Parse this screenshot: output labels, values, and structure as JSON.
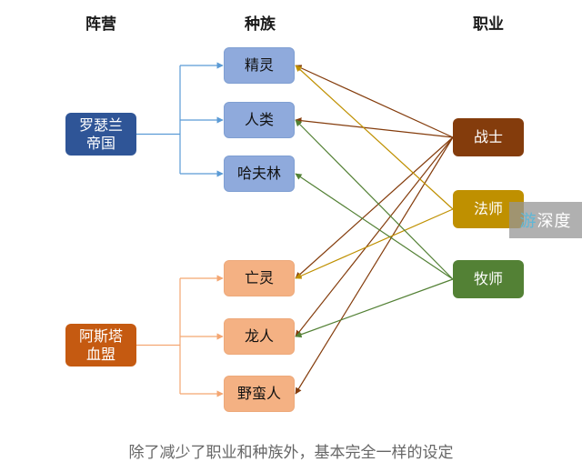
{
  "headers": {
    "faction": "阵营",
    "race": "种族",
    "class": "职业"
  },
  "factions": [
    {
      "id": "rosethorn",
      "lines": [
        "罗瑟兰",
        "帝国"
      ],
      "color": "#2f5597"
    },
    {
      "id": "astar",
      "lines": [
        "阿斯塔",
        "血盟"
      ],
      "color": "#c55a11"
    }
  ],
  "races": [
    {
      "id": "elf",
      "label": "精灵",
      "faction": "rosethorn"
    },
    {
      "id": "human",
      "label": "人类",
      "faction": "rosethorn"
    },
    {
      "id": "halflin",
      "label": "哈夫林",
      "faction": "rosethorn"
    },
    {
      "id": "undead",
      "label": "亡灵",
      "faction": "astar"
    },
    {
      "id": "dragonkin",
      "label": "龙人",
      "faction": "astar"
    },
    {
      "id": "barbarian",
      "label": "野蛮人",
      "faction": "astar"
    }
  ],
  "classes": [
    {
      "id": "warrior",
      "label": "战士",
      "color": "#843c0c"
    },
    {
      "id": "mage",
      "label": "法师",
      "color": "#bf9000"
    },
    {
      "id": "priest",
      "label": "牧师",
      "color": "#538135"
    }
  ],
  "links": [
    {
      "from": "warrior",
      "to": "elf"
    },
    {
      "from": "warrior",
      "to": "human"
    },
    {
      "from": "warrior",
      "to": "undead"
    },
    {
      "from": "warrior",
      "to": "dragonkin"
    },
    {
      "from": "warrior",
      "to": "barbarian"
    },
    {
      "from": "mage",
      "to": "elf"
    },
    {
      "from": "mage",
      "to": "undead"
    },
    {
      "from": "priest",
      "to": "human"
    },
    {
      "from": "priest",
      "to": "halflin"
    },
    {
      "from": "priest",
      "to": "dragonkin"
    }
  ],
  "colors": {
    "rosethorn_race_fill": "#8faadc",
    "rosethorn_race_border": "#7f9fd2",
    "astar_race_fill": "#f4b183",
    "astar_race_border": "#eda97a",
    "rosethorn_connector": "#5b9bd5",
    "astar_connector": "#f4a672"
  },
  "caption": "除了减少了职业和种族外，基本完全一样的设定",
  "watermark": {
    "first": "游",
    "rest": "深度"
  }
}
